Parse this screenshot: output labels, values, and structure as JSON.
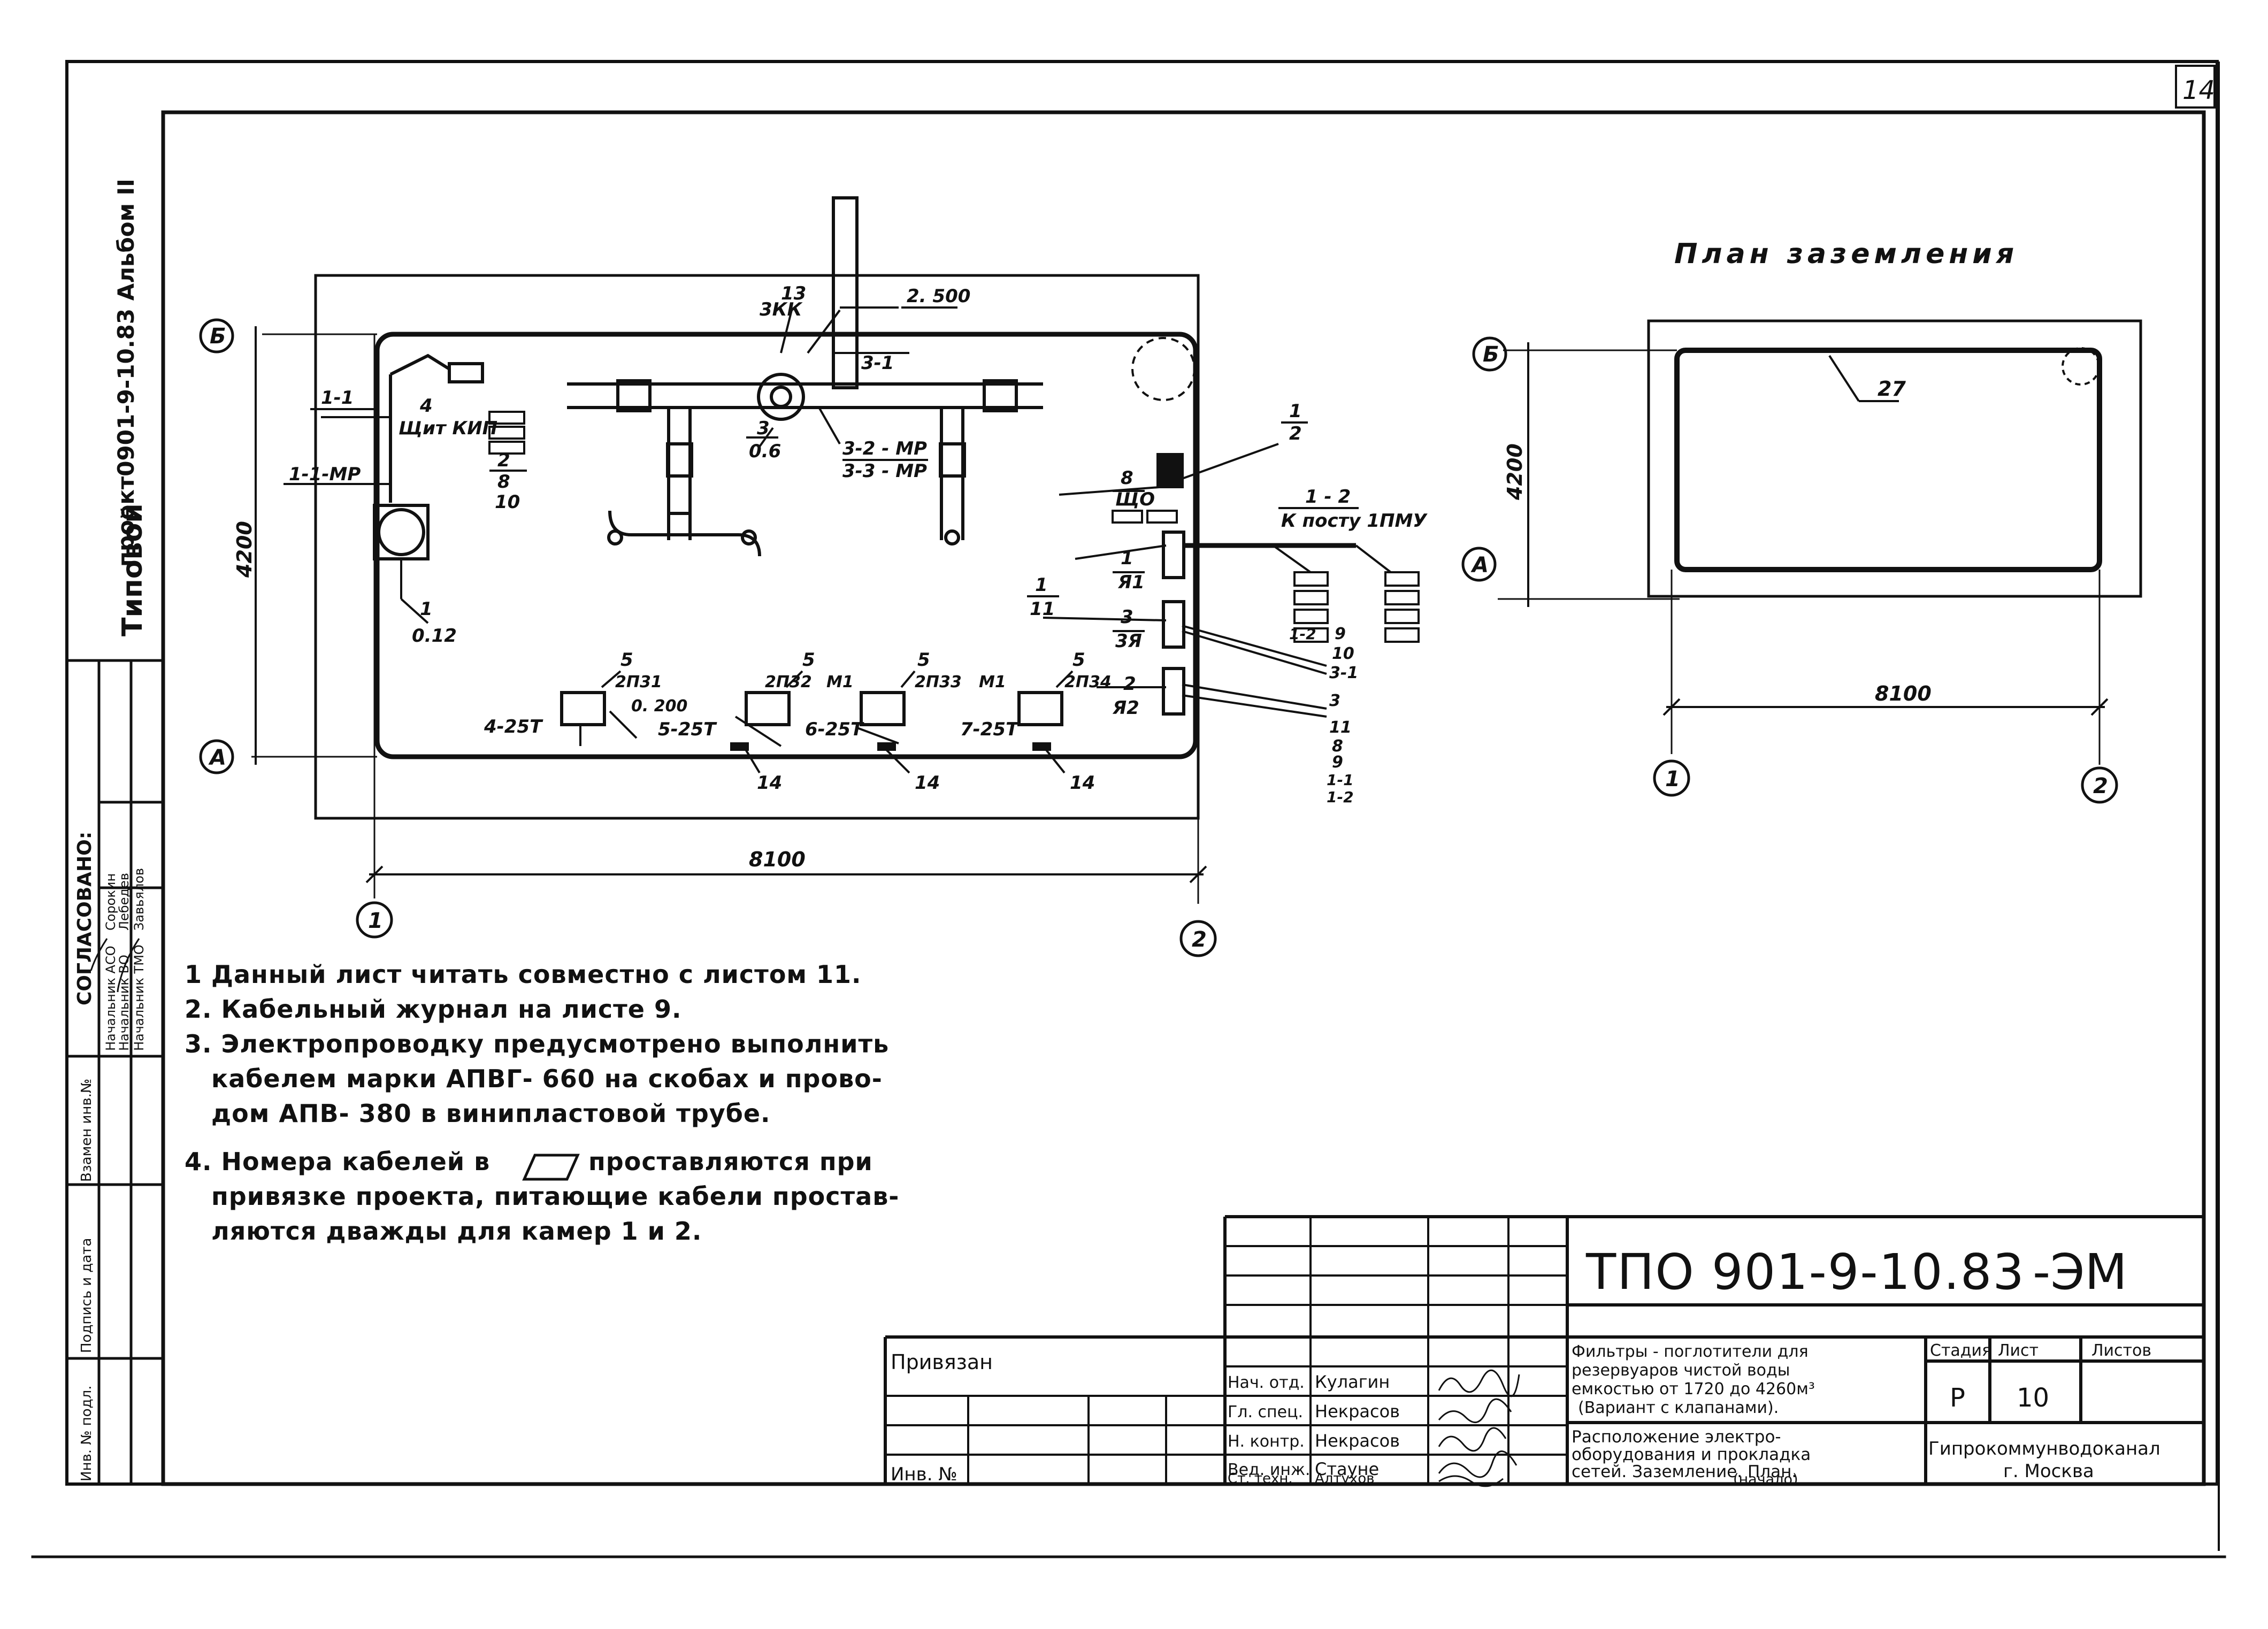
{
  "sheet": {
    "sheet_number": "14",
    "side_project_label": "проект0901-9-10.83 Альбом II",
    "side_type_label": "Типовой",
    "approval_title": "СОГЛАСОВАНО:",
    "approvals": [
      {
        "role": "Начальник АСО",
        "name": "Сорокин"
      },
      {
        "role": "Начальник ВО",
        "name": "Лебедев"
      },
      {
        "role": "Начальник ТМО",
        "name": "Завьялов"
      }
    ],
    "side_fields": [
      "Взамен инв.№",
      "Подпись и дата",
      "Инв. № подл."
    ]
  },
  "main_plan": {
    "dim_width": "8100",
    "dim_height": "4200",
    "axis_a": "А",
    "axis_b": "Б",
    "axis_1": "1",
    "axis_2": "2",
    "labels": {
      "l13": "13",
      "l3kk": "3КК",
      "l2500": "2. 500",
      "l31": "3-1",
      "l11": "1-1",
      "l4": "4",
      "shit_kip": "Щит КИП",
      "l11mr": "1-1-МР",
      "l2": "2",
      "l8": "8",
      "l10": "10",
      "l3": "3",
      "l06": "0.6",
      "l32": "3-2 - МР",
      "l33": "3-3 - МР",
      "l1": "1",
      "l012": "0.12",
      "l_half_1": "1",
      "l_half_2": "2",
      "l8b": "8",
      "shcho": "ЩО",
      "l12": "1 - 2",
      "k_postu": "К посту 1ПМУ",
      "l1b": "1",
      "ya1": "Я1",
      "l1c": "1",
      "l11c": "11",
      "l3b": "3",
      "ya3": "3Я",
      "l12b": "1-2",
      "l9": "9",
      "l10b": "10",
      "l3_1": "3-1",
      "l2b": "2",
      "ya2": "Я2",
      "r3": "3",
      "r11": "11",
      "r8": "8",
      "r9": "9",
      "r1_1": "1-1",
      "r1_2": "1-2",
      "p5a": "5",
      "p5b": "5",
      "p5c": "5",
      "p5d": "5",
      "pump1": "2П31",
      "pump2": "2П32",
      "pump3": "2П33",
      "pump4": "2П34",
      "m1a": "М1",
      "m1b": "М1",
      "l0200": "0. 200",
      "c4": "4-25Т",
      "c5": "5-25Т",
      "c6": "6-25Т",
      "c7": "7-25Т",
      "l14a": "14",
      "l14b": "14",
      "l14c": "14"
    }
  },
  "ground_plan": {
    "title": "План заземления",
    "dim_width": "8100",
    "dim_height": "4200",
    "label_27": "27",
    "axis_a": "А",
    "axis_b": "Б",
    "axis_1": "1",
    "axis_2": "2"
  },
  "notes": [
    "1 Данный лист читать совместно с листом 11.",
    "2. Кабельный журнал на листе 9.",
    "3. Электропроводку предусмотрено выполнить",
    "кабелем марки АПВГ- 660 на скобах и прово-",
    "дом АПВ- 380 в винипластовой трубе.",
    "4. Номера кабелей в",
    "проставляются при",
    "привязке проекта, питающие кабели простав-",
    "ляются дважды для камер 1 и 2."
  ],
  "title_block": {
    "code": "ТПО 901-9-10.83",
    "suffix": "-ЭМ",
    "privyazan": "Привязан",
    "inv_no": "Инв. №",
    "roles": [
      "Нач. отд.",
      "Гл. спец.",
      "Н. контр.",
      "Вед. инж.",
      "Ст. техн."
    ],
    "names": [
      "Кулагин",
      "Некрасов",
      "Некрасов",
      "Стауне",
      "Алтухов"
    ],
    "object_lines": [
      "Фильтры - поглотители для",
      "резервуаров чистой воды",
      "емкостью от 1720 до 4260м³",
      "(Вариант с клапанами)."
    ],
    "sheet_title_lines": [
      "Расположение электро-",
      "оборудования и прокладка",
      "сетей. Заземление. План.",
      "(начало)"
    ],
    "stage_label": "Стадия",
    "sheet_label": "Лист",
    "sheets_label": "Листов",
    "stage": "Р",
    "sheet": "10",
    "org_lines": [
      "Гипрокоммунводоканал",
      "г. Москва"
    ]
  }
}
